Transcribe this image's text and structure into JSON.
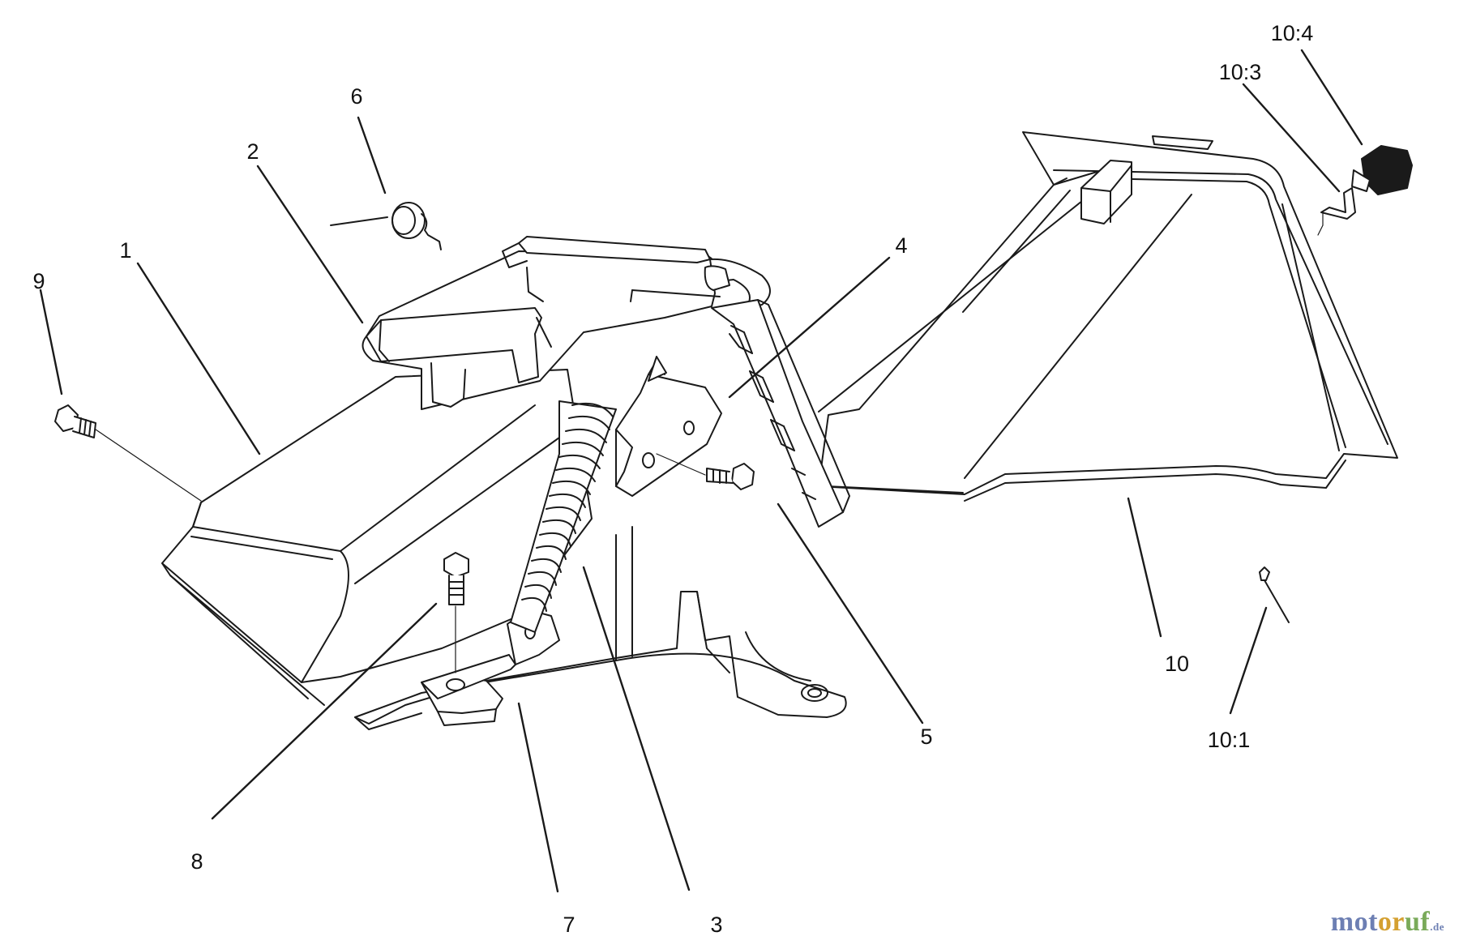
{
  "callouts": {
    "p1": "1",
    "p2": "2",
    "p3": "3",
    "p4": "4",
    "p5": "5",
    "p6": "6",
    "p7": "7",
    "p8": "8",
    "p9": "9",
    "p10": "10",
    "p10_1": "10:1",
    "p10_3": "10:3",
    "p10_4": "10:4"
  },
  "watermark": {
    "part1": "mot",
    "part2": "or",
    "part3": "uf",
    "tld": ".de"
  },
  "colors": {
    "line": "#1a1a1a",
    "fill": "#ffffff",
    "watermark_blue": "#6d7fb3",
    "watermark_orange": "#d4a030",
    "watermark_green": "#7aaa5a"
  }
}
